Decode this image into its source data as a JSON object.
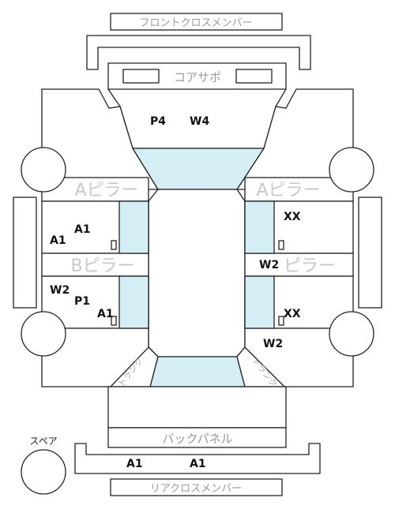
{
  "labels": {
    "front_cross_member": "フロントクロスメンバー",
    "core_support": "コアサポ",
    "a_pillar_left": "Aピラー",
    "a_pillar_right": "Aピラー",
    "b_pillar_left": "Bピラー",
    "b_pillar_right": "ピラー",
    "trunk_left": "トランク",
    "trunk_right": "トランク",
    "back_panel": "バックパネル",
    "spare": "スペア",
    "rear_cross_member": "リアクロスメンバー"
  },
  "codes": {
    "hood_1": "P4",
    "hood_2": "W4",
    "front_left_door_top": "A1",
    "front_left_door_left": "A1",
    "front_right_door": "XX",
    "b_pillar_right_code": "W2",
    "rear_left_door_1": "W2",
    "rear_left_door_2": "P1",
    "rear_left_door_3": "A1",
    "rear_right_door": "XX",
    "rear_right_quarter": "W2",
    "rear_member_1": "A1",
    "rear_member_2": "A1"
  },
  "colors": {
    "glass": "#d5edf5",
    "line": "#222222"
  }
}
